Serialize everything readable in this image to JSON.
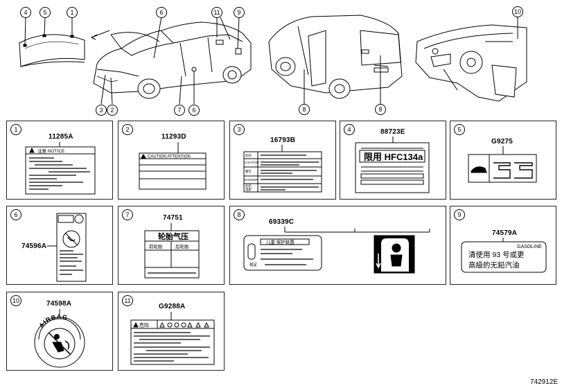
{
  "figure_id": "742912E",
  "callouts": {
    "c1": "1",
    "c2": "2",
    "c3": "3",
    "c4": "4",
    "c5": "5",
    "c6": "6",
    "c7": "7",
    "c8": "8",
    "c9": "9",
    "c10": "10",
    "c11": "11"
  },
  "panels": [
    {
      "num": "1",
      "part": "11285A"
    },
    {
      "num": "2",
      "part": "11293D"
    },
    {
      "num": "3",
      "part": "16793B"
    },
    {
      "num": "4",
      "part": "88723E"
    },
    {
      "num": "5",
      "part": "G9275"
    },
    {
      "num": "6",
      "part": "74596A"
    },
    {
      "num": "7",
      "part": "74751"
    },
    {
      "num": "8",
      "part": "69339C"
    },
    {
      "num": "9",
      "part": "74579A"
    },
    {
      "num": "10",
      "part": "74598A"
    },
    {
      "num": "11",
      "part": "G9288A"
    }
  ],
  "labels": {
    "l1_header": "注意 NOTICE",
    "l2_header": "CAUTION ATTENTION",
    "l3_rows": [
      "危险",
      "CAUTION",
      "警告",
      "DANGER",
      "危险",
      "电影"
    ],
    "l4_text": "限用 HFC134a",
    "l7_title": "轮胎气压",
    "l7_front": "前轮胎",
    "l7_rear": "后轮胎",
    "l8_title": "儿童 保护装置",
    "l8_bottom": "规定",
    "l9_head": "GASOLINE",
    "l9_line1": "清使用 93 号或更",
    "l9_line2": "高級的无鉛汽油",
    "l10_ring": "AIRBAG",
    "l11_head": "危险"
  }
}
